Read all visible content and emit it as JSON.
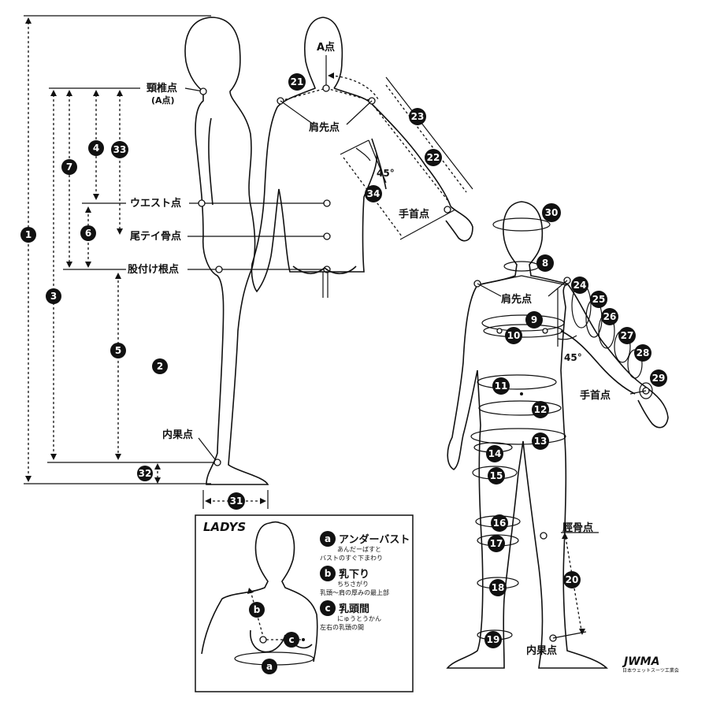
{
  "labels": {
    "neck_point": "頸椎点",
    "neck_point_sub": "(A点)",
    "a_point": "A点",
    "shoulder_point_back": "肩先点",
    "waist_point": "ウエスト点",
    "tailbone_point": "尾テイ骨点",
    "crotch_point": "股付け根点",
    "inner_ankle_side": "内果点",
    "wrist_point_back": "手首点",
    "angle_back": "45°",
    "shoulder_point_front": "肩先点",
    "wrist_point_front": "手首点",
    "angle_front": "45°",
    "shin_point": "脛骨点",
    "inner_ankle_front": "内果点"
  },
  "side_numbers": [
    "1",
    "2",
    "3",
    "4",
    "5",
    "6",
    "7",
    "31",
    "32",
    "33"
  ],
  "back_numbers": [
    "21",
    "22",
    "23",
    "34"
  ],
  "front_numbers": [
    "8",
    "9",
    "10",
    "11",
    "12",
    "13",
    "14",
    "15",
    "16",
    "17",
    "18",
    "19",
    "20",
    "24",
    "25",
    "26",
    "27",
    "28",
    "29",
    "30"
  ],
  "ladys": {
    "title": "LADYS",
    "items": [
      {
        "letter": "a",
        "name": "アンダーバスト",
        "reading": "あんだーばすと",
        "desc": "バストのすぐ下まわり"
      },
      {
        "letter": "b",
        "name": "乳下り",
        "reading": "ちちさがり",
        "desc": "乳頭〜肩の厚みの最上部"
      },
      {
        "letter": "c",
        "name": "乳頭間",
        "reading": "にゅうとうかん",
        "desc": "左右の乳頭の間"
      }
    ]
  },
  "logo": {
    "mark": "JWMA",
    "org": "日本ウェットスーツ工業会"
  }
}
